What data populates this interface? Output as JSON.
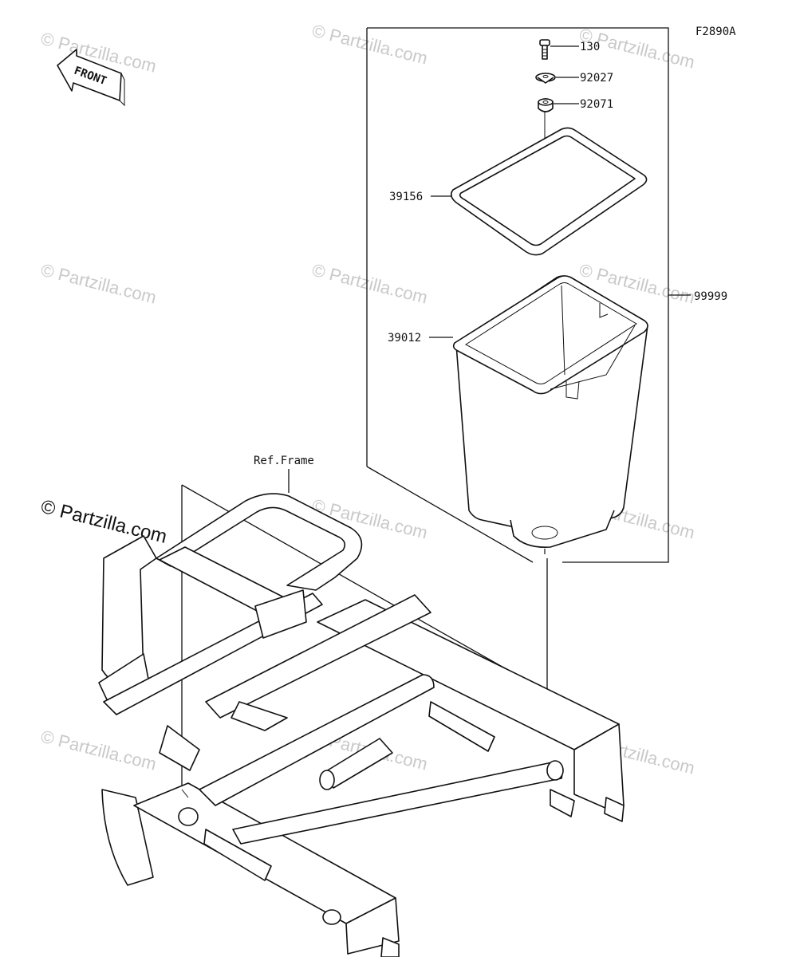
{
  "diagram": {
    "code": "F2890A",
    "front_label": "FRONT",
    "frame_label": "Ref.Frame",
    "watermark": "© Partzilla.com",
    "parts": [
      {
        "number": "130",
        "name_hint": "bolt"
      },
      {
        "number": "92027",
        "name_hint": "washer"
      },
      {
        "number": "92071",
        "name_hint": "grommet"
      },
      {
        "number": "39156",
        "name_hint": "seal-gasket"
      },
      {
        "number": "39012",
        "name_hint": "storage-case"
      },
      {
        "number": "99999",
        "name_hint": "assembly"
      }
    ]
  }
}
